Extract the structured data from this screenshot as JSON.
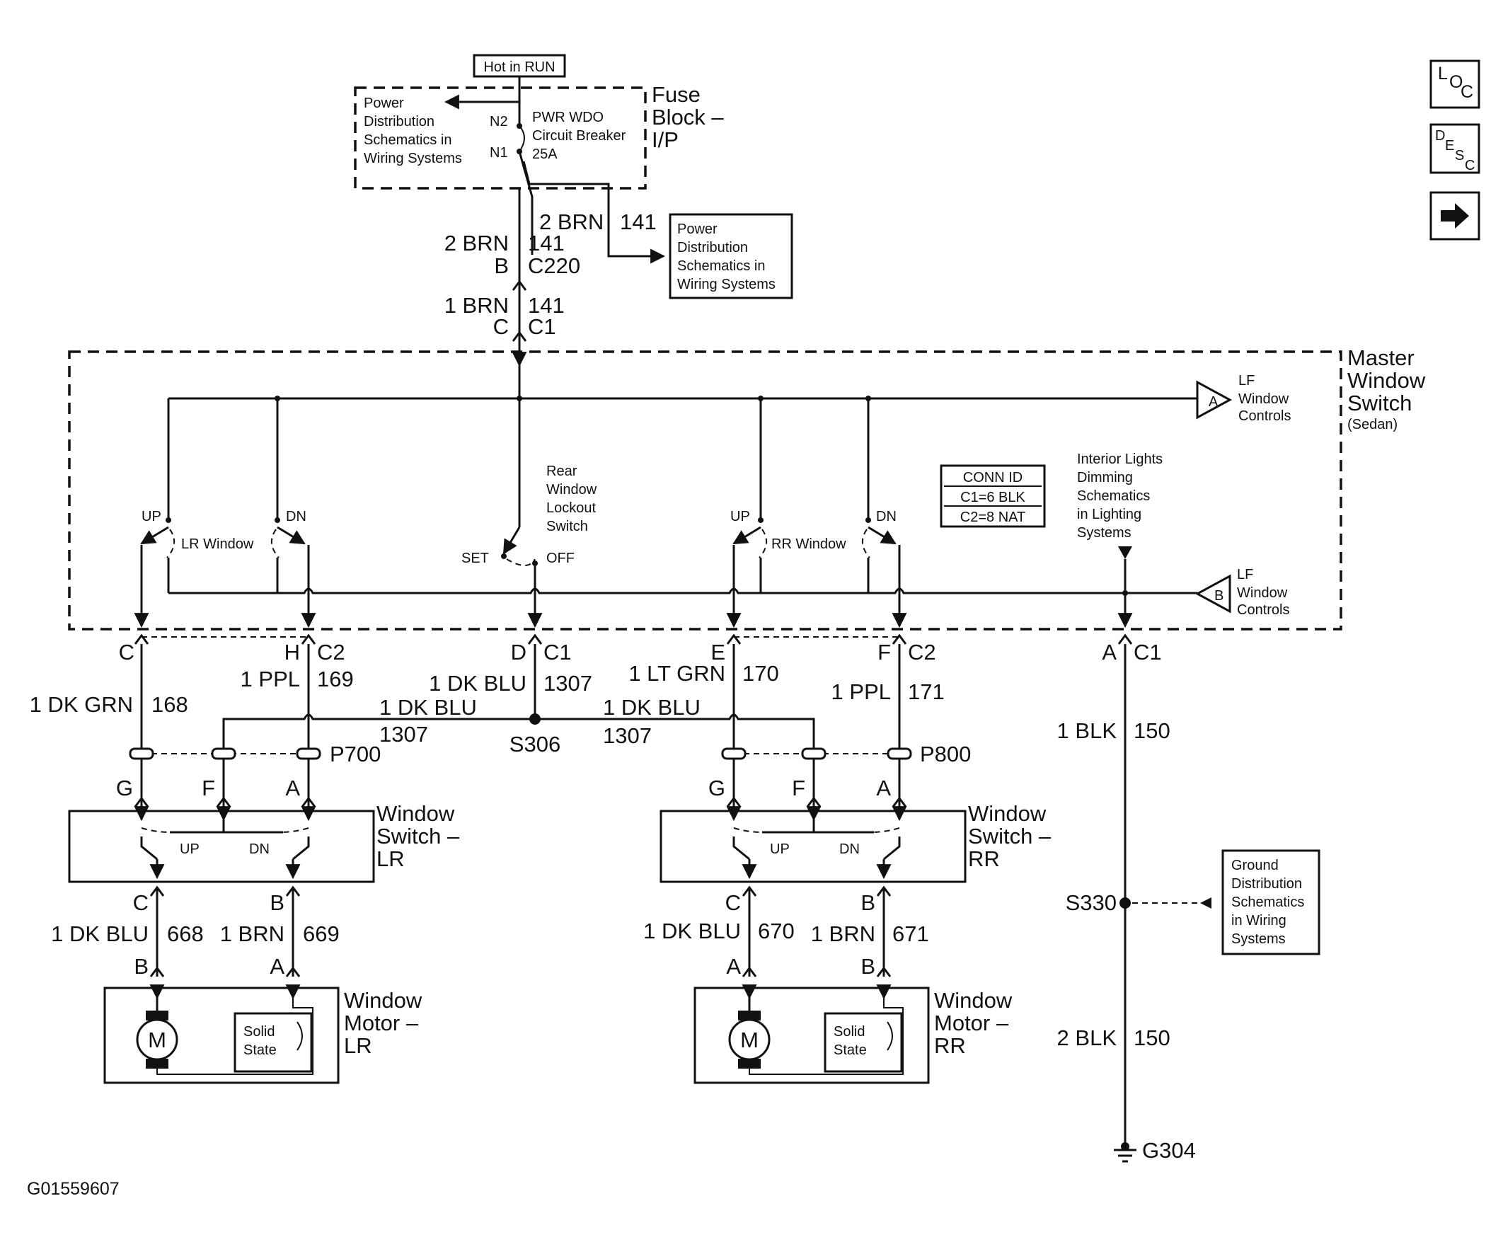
{
  "header": {
    "hot_in_run": "Hot in RUN"
  },
  "fuse_block": {
    "label_1": "Fuse",
    "label_2": "Block –",
    "label_3": "I/P",
    "pd_ref": [
      "Power",
      "Distribution",
      "Schematics in",
      "Wiring Systems"
    ],
    "n2": "N2",
    "n1": "N1",
    "breaker": [
      "PWR WDO",
      "Circuit Breaker",
      "25A"
    ]
  },
  "pd_box2": [
    "Power",
    "Distribution",
    "Schematics in",
    "Wiring Systems"
  ],
  "feed": {
    "wire_upper": "2 BRN",
    "circuit_upper": "141",
    "pin_b": "B",
    "conn_c220": "C220",
    "branch_wire": "2 BRN",
    "branch_circuit": "141",
    "wire_lower": "1 BRN",
    "circuit_lower": "141",
    "pin_c": "C",
    "conn_c1": "C1"
  },
  "master": {
    "title": [
      "Master",
      "Window",
      "Switch"
    ],
    "subtitle": "(Sedan)",
    "lf_a_letter": "A",
    "lf_a": [
      "LF",
      "Window",
      "Controls"
    ],
    "lf_b_letter": "B",
    "lf_b": [
      "LF",
      "Window",
      "Controls"
    ],
    "up": "UP",
    "dn": "DN",
    "lr_window": "LR Window",
    "rr_window": "RR Window",
    "lockout": [
      "Rear",
      "Window",
      "Lockout",
      "Switch"
    ],
    "set": "SET",
    "off": "OFF",
    "conn_id_title": "CONN ID",
    "conn_id_1": "C1=6 BLK",
    "conn_id_2": "C2=8 NAT",
    "dimming": [
      "Interior Lights",
      "Dimming",
      "Schematics",
      "in Lighting",
      "Systems"
    ]
  },
  "connectors": {
    "c": "C",
    "h": "H",
    "c2": "C2",
    "d": "D",
    "c1": "C1",
    "e": "E",
    "f": "F",
    "c2b": "C2",
    "a": "A",
    "c1b": "C1"
  },
  "wires": {
    "w168": "1 DK GRN",
    "c168": "168",
    "w169": "1 PPL",
    "c169": "169",
    "w1307": "1 DK BLU",
    "c1307": "1307",
    "w1307l": "1 DK BLU",
    "c1307l": "1307",
    "w1307r": "1 DK BLU",
    "c1307r": "1307",
    "s306": "S306",
    "w170": "1 LT GRN",
    "c170": "170",
    "w171": "1 PPL",
    "c171": "171",
    "w150a": "1 BLK",
    "c150a": "150",
    "s330": "S330",
    "w150b": "2 BLK",
    "c150b": "150",
    "g304": "G304",
    "p700": "P700",
    "p800": "P800"
  },
  "lr": {
    "pin_g": "G",
    "pin_f": "F",
    "pin_a": "A",
    "switch_title": [
      "Window",
      "Switch –",
      "LR"
    ],
    "up": "UP",
    "dn": "DN",
    "pin_c": "C",
    "pin_b": "B",
    "w668": "1 DK BLU",
    "c668": "668",
    "w669": "1 BRN",
    "c669": "669",
    "motor_b": "B",
    "motor_a": "A",
    "motor_title": [
      "Window",
      "Motor –",
      "LR"
    ],
    "m": "M",
    "solid": [
      "Solid",
      "State"
    ]
  },
  "rr": {
    "pin_g": "G",
    "pin_f": "F",
    "pin_a": "A",
    "switch_title": [
      "Window",
      "Switch –",
      "RR"
    ],
    "up": "UP",
    "dn": "DN",
    "pin_c": "C",
    "pin_b": "B",
    "w670": "1 DK BLU",
    "c670": "670",
    "w671": "1 BRN",
    "c671": "671",
    "motor_a": "A",
    "motor_b": "B",
    "motor_title": [
      "Window",
      "Motor –",
      "RR"
    ],
    "m": "M",
    "solid": [
      "Solid",
      "State"
    ]
  },
  "ground_ref": [
    "Ground",
    "Distribution",
    "Schematics",
    "in Wiring",
    "Systems"
  ],
  "nav": {
    "loc_l": "L",
    "loc_o": "O",
    "loc_c": "C",
    "desc_d": "D",
    "desc_e": "E",
    "desc_s": "S",
    "desc_c": "C"
  },
  "footer": {
    "figure_id": "G01559607"
  }
}
